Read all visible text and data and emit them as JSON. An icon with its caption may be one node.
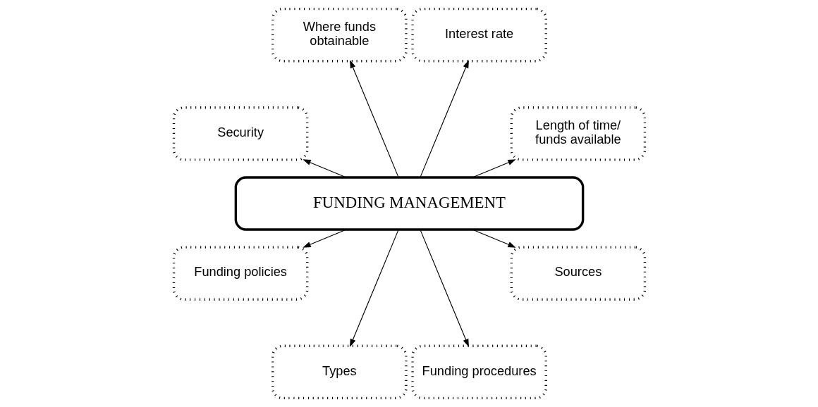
{
  "diagram": {
    "nodes": [
      {
        "text": [
          "Length of time/ funds available"
        ]
      },
      {
        "text": [
          "Interest rate"
        ]
      },
      {
        "text": [
          "Where funds obtainable"
        ]
      },
      {
        "text": [
          "Security"
        ]
      },
      {
        "text": [
          "FUNDING MANAGEMENT"
        ]
      },
      {
        "text": [
          "Funding policies"
        ]
      },
      {
        "text": [
          "Types"
        ]
      },
      {
        "text": [
          "Funding procedures"
        ]
      },
      {
        "text": [
          "Sources"
        ]
      }
    ],
    "edges": [
      {
        "from": 4,
        "to": 0,
        "arrow": "to"
      },
      {
        "from": 4,
        "to": 1,
        "arrow": "to"
      },
      {
        "from": 4,
        "to": 2,
        "arrow": "to"
      },
      {
        "from": 4,
        "to": 3,
        "arrow": "to"
      },
      {
        "from": 4,
        "to": 5,
        "arrow": "to"
      },
      {
        "from": 4,
        "to": 6,
        "arrow": "to"
      },
      {
        "from": 4,
        "to": 7,
        "arrow": "to"
      },
      {
        "from": 4,
        "to": 8,
        "arrow": "to"
      }
    ]
  }
}
